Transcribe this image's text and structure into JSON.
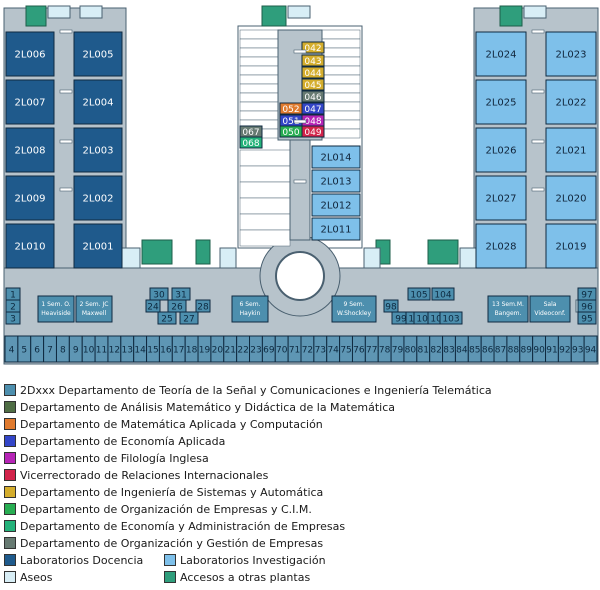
{
  "colors": {
    "docencia": "#1f5a8c",
    "investigacion": "#7ec0ea",
    "aseos": "#d8eef6",
    "accesos": "#2f9e7c",
    "corridor": "#b7c3cb",
    "bottom_rooms": "#5e96b4",
    "c_teoria": "#4d8fae",
    "c_analisis": "#4f6d44",
    "c_matematica": "#e07a2e",
    "c_economia": "#3345c8",
    "c_filologia": "#b624b6",
    "c_vicerrectorado": "#d2234a",
    "c_sistemas": "#d4ad2c",
    "c_organizacion_cim": "#27ad52",
    "c_economia_admin": "#24b27a",
    "c_gestion": "#677a72"
  },
  "rooms": {
    "left_wing": [
      "2L006",
      "2L005",
      "2L007",
      "2L004",
      "2L008",
      "2L003",
      "2L009",
      "2L002",
      "2L010",
      "2L001"
    ],
    "right_wing": [
      "2L024",
      "2L023",
      "2L025",
      "2L022",
      "2L026",
      "2L021",
      "2L027",
      "2L020",
      "2L028",
      "2L019"
    ],
    "center_wing": [
      "2L014",
      "2L013",
      "2L012",
      "2L011"
    ],
    "center_offices": [
      "042",
      "043",
      "044",
      "045",
      "046",
      "052",
      "047",
      "051",
      "048",
      "050",
      "049",
      "067",
      "068"
    ]
  },
  "seminars": [
    {
      "line1": "1 Sem. O.",
      "line2": "Heaviside"
    },
    {
      "line1": "2 Sem. JC",
      "line2": "Maxwell"
    },
    {
      "line1": "6 Sem.",
      "line2": "Haykin"
    },
    {
      "line1": "9 Sem.",
      "line2": "W.Shockley"
    },
    {
      "line1": "13 Sem.M.",
      "line2": "Bangem."
    },
    {
      "line1": "Sala",
      "line2": "Videoconf."
    }
  ],
  "row_numbers": {
    "upper": [
      "1",
      "2",
      "3",
      "30",
      "31",
      "24",
      "26",
      "28",
      "25",
      "27",
      "98",
      "99",
      "105",
      "104",
      "100",
      "101",
      "102",
      "103",
      "97",
      "96",
      "95"
    ],
    "bottom": [
      "4",
      "5",
      "6",
      "7",
      "8",
      "9",
      "10",
      "11",
      "12",
      "13",
      "14",
      "15",
      "16",
      "17",
      "18",
      "19",
      "20",
      "21",
      "22",
      "23",
      "69",
      "70",
      "71",
      "72",
      "73",
      "74",
      "75",
      "76",
      "77",
      "78",
      "79",
      "80",
      "81",
      "82",
      "83",
      "84",
      "85",
      "86",
      "87",
      "88",
      "89",
      "90",
      "91",
      "92",
      "93",
      "94"
    ]
  },
  "legend": [
    {
      "label": "2Dxxx Departamento de Teoría de la Señal y Comunicaciones e Ingeniería Telemática",
      "color": "#4d8fae"
    },
    {
      "label": "Departamento de Análisis Matemático y Didáctica de la Matemática",
      "color": "#4f6d44"
    },
    {
      "label": "Departamento de Matemática Aplicada y Computación",
      "color": "#e07a2e"
    },
    {
      "label": "Departamento de Economía Aplicada",
      "color": "#3345c8"
    },
    {
      "label": "Departamento de Filología Inglesa",
      "color": "#b624b6"
    },
    {
      "label": "Vicerrectorado de Relaciones Internacionales",
      "color": "#d2234a"
    },
    {
      "label": "Departamento de Ingeniería de Sistemas y Automática",
      "color": "#d4ad2c"
    },
    {
      "label": "Departamento de Organización de Empresas y C.I.M.",
      "color": "#27ad52"
    },
    {
      "label": "Departamento de Economía y Administración de Empresas",
      "color": "#24b27a"
    },
    {
      "label": "Departamento de Organización y Gestión de Empresas",
      "color": "#677a72"
    },
    {
      "label": "Laboratorios Docencia",
      "color": "#1f5a8c"
    },
    {
      "label": "Laboratorios Investigación",
      "color": "#7ec0ea"
    },
    {
      "label": "Aseos",
      "color": "#d8eef6"
    },
    {
      "label": "Accesos a otras plantas",
      "color": "#2f9e7c"
    }
  ]
}
